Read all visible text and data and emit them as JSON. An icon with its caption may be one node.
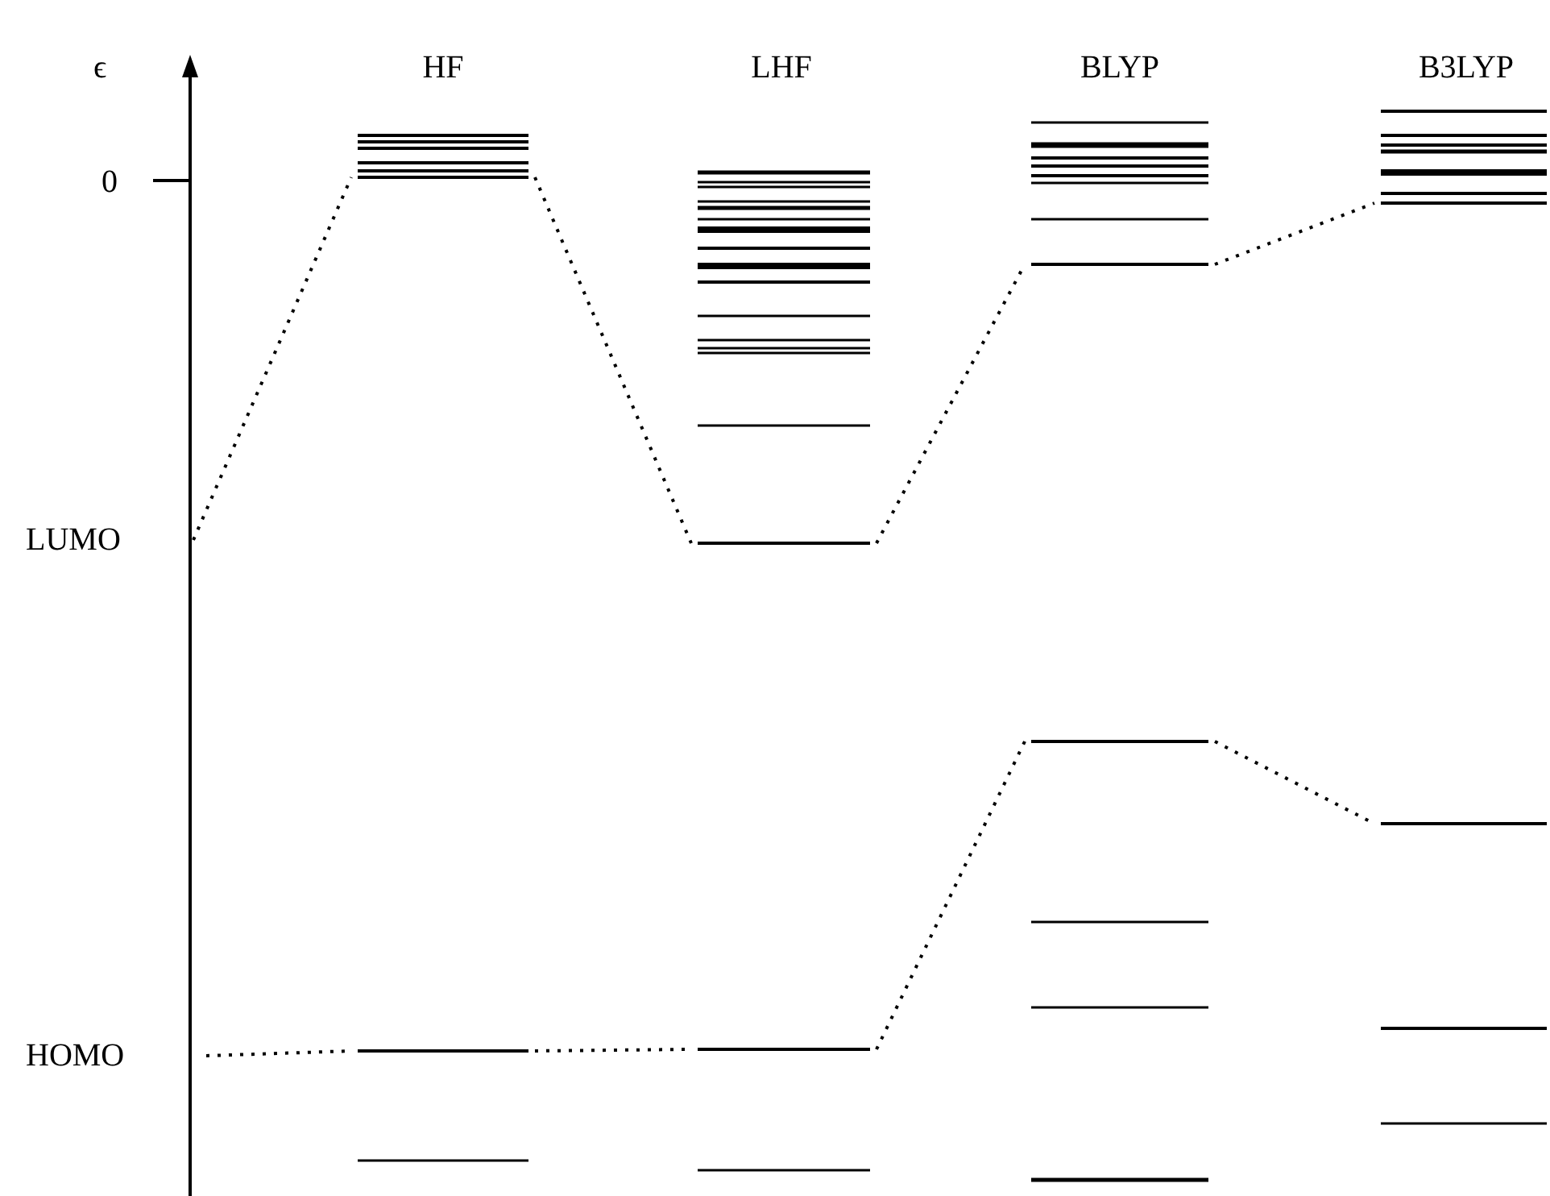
{
  "diagram": {
    "nodes": [
      {
        "text": [
          "LUMO"
        ]
      },
      {
        "text": [],
        "shape": "bar"
      },
      {
        "text": [],
        "shape": "bar"
      },
      {
        "text": [],
        "shape": "bar"
      },
      {
        "text": [],
        "shape": "bar"
      },
      {
        "text": [
          "HOMO"
        ]
      },
      {
        "text": [],
        "shape": "bar"
      },
      {
        "text": [],
        "shape": "bar"
      },
      {
        "text": [],
        "shape": "bar"
      },
      {
        "text": [],
        "shape": "bar"
      }
    ],
    "edges": [
      {
        "from": 0,
        "to": 1,
        "arrow": "none"
      },
      {
        "from": 1,
        "to": 2,
        "arrow": "none"
      },
      {
        "from": 2,
        "to": 3,
        "arrow": "none"
      },
      {
        "from": 3,
        "to": 4,
        "arrow": "none"
      },
      {
        "from": 5,
        "to": 6,
        "arrow": "none"
      },
      {
        "from": 6,
        "to": 7,
        "arrow": "none"
      },
      {
        "from": 7,
        "to": 8,
        "arrow": "none"
      },
      {
        "from": 8,
        "to": 9,
        "arrow": "none"
      }
    ],
    "labels": [
      "ϵ",
      "HF",
      "LHF",
      "BLYP",
      "B3LYP",
      "0"
    ]
  }
}
